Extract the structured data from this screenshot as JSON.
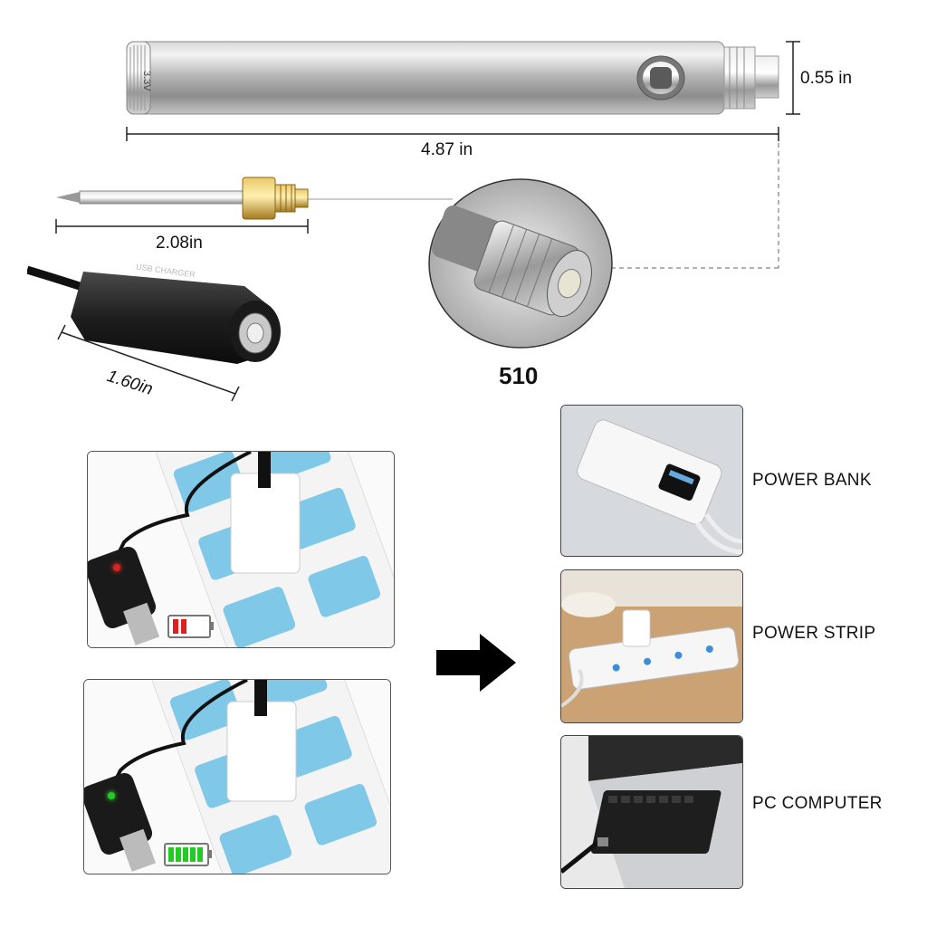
{
  "top": {
    "battery_label": "3.3V",
    "length_label": "4.87 in",
    "diameter_label": "0.55 in",
    "tip_length_label": "2.08in",
    "charger_length_label": "1.60in",
    "charger_print": "USB CHARGER",
    "thread_label": "510"
  },
  "devices": [
    {
      "label": "POWER BANK"
    },
    {
      "label": "POWER STRIP"
    },
    {
      "label": "PC COMPUTER"
    }
  ],
  "indicators": {
    "charging_color": "#e02020",
    "full_color": "#22cc22"
  }
}
